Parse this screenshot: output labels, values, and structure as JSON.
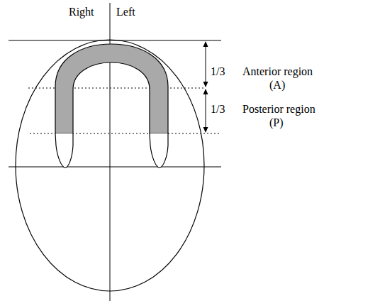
{
  "diagram": {
    "labels": [
      "Right",
      "Left",
      "1/3",
      "Anterior region",
      "(A)",
      "1/3",
      "Posterior region",
      "(P)"
    ]
  }
}
